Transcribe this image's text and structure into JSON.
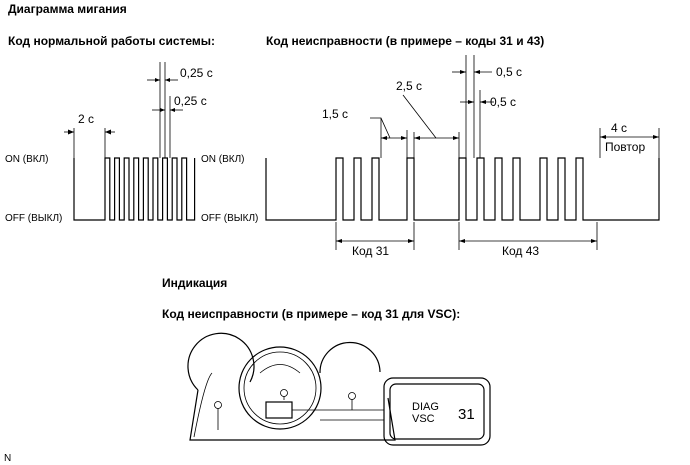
{
  "title": "Диаграмма мигания",
  "normal": {
    "heading": "Код нормальной работы системы:",
    "on_label": "ON (ВКЛ)",
    "off_label": "OFF (ВЫКЛ)",
    "t_2s": "2 с",
    "t_025a": "0,25 с",
    "t_025b": "0,25 с"
  },
  "fault": {
    "heading": "Код неисправности (в примере – коды 31 и 43)",
    "on_label": "ON (ВКЛ)",
    "off_label": "OFF (ВЫКЛ)",
    "t_15s": "1,5 с",
    "t_25s": "2,5 с",
    "t_05a": "0,5 с",
    "t_05b": "0,5 с",
    "t_4s": "4 с",
    "repeat": "Повтор",
    "code1": "Код 31",
    "code2": "Код 43"
  },
  "indication": {
    "heading": "Индикация",
    "subheading": "Код неисправности (в примере – код 31 для VSC):",
    "display_line1": "DIAG",
    "display_line2": "VSC",
    "display_code": "31"
  },
  "corner_mark": "N"
}
